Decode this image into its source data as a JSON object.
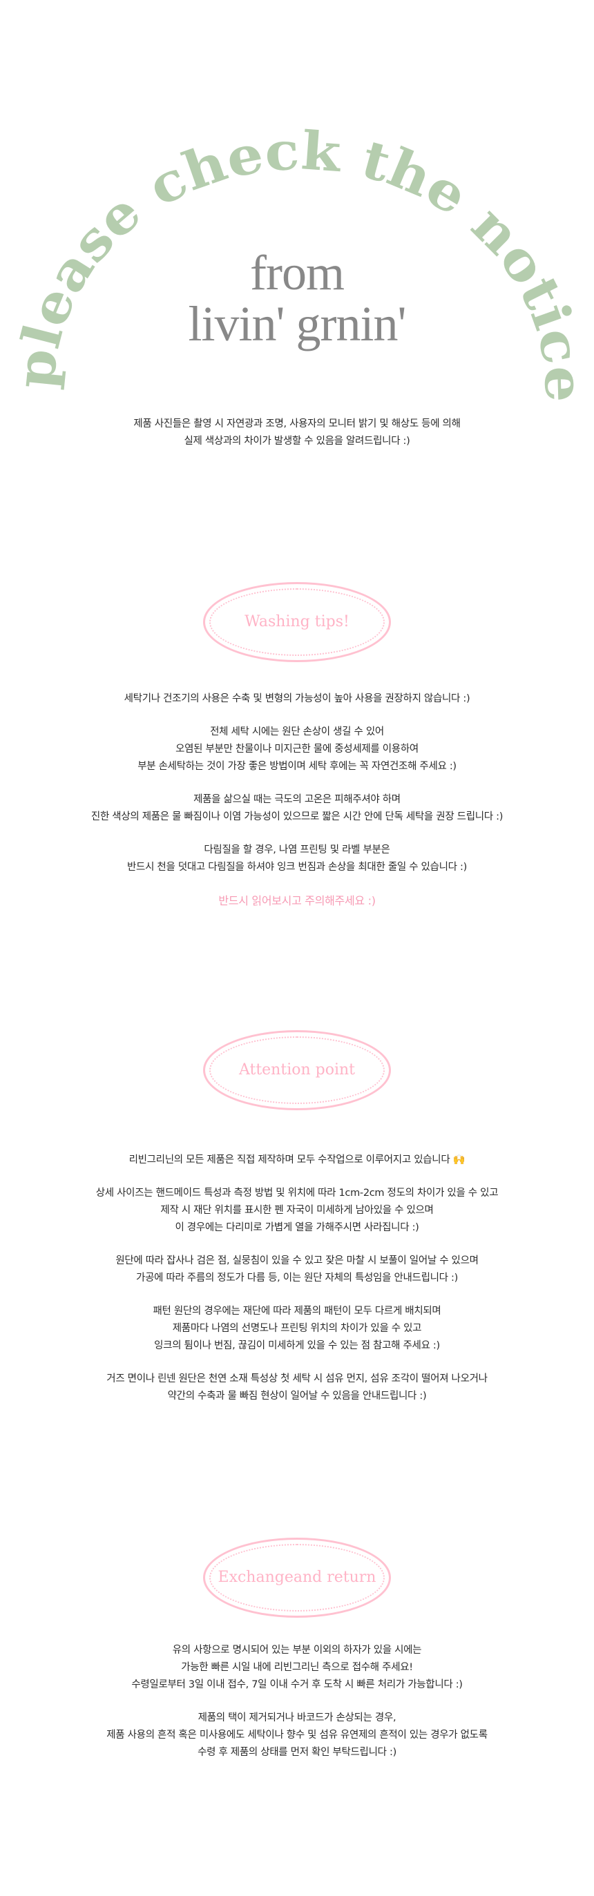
{
  "header": {
    "arc_title": "please check the notice",
    "from": "from",
    "brand": "livin' grnin'",
    "intro": [
      "제품 사진들은 촬영 시 자연광과 조명, 사용자의 모니터 밝기 및 해상도 등에 의해",
      "실제 색상과의 차이가 발생할 수 있음을 알려드립니다 :)"
    ]
  },
  "colors": {
    "green": "#b5cdae",
    "pink": "#ffb3c6",
    "text": "#2a2a2a"
  },
  "washing": {
    "badge": "Washing tips!",
    "groups": [
      [
        "세탁기나 건조기의 사용은 수축 및 변형의 가능성이 높아 사용을 권장하지 않습니다 :)"
      ],
      [
        "전체 세탁 시에는 원단 손상이 생길 수 있어",
        "오염된 부분만 찬물이나 미지근한 물에 중성세제를 이용하여",
        "부분 손세탁하는 것이 가장 좋은 방법이며 세탁 후에는 꼭 자연건조해 주세요 :)"
      ],
      [
        "제품을 삶으실 때는 극도의 고온은 피해주셔야 하며",
        "진한 색상의 제품은 물 빠짐이나 이염 가능성이 있으므로 짧은 시간 안에 단독 세탁을 권장 드립니다 :)"
      ],
      [
        "다림질을 할 경우, 나염 프린팅 및 라벨 부분은",
        "반드시 천을 덧대고 다림질을 하셔야 잉크 번짐과 손상을 최대한 줄일 수 있습니다 :)"
      ]
    ],
    "warning": "반드시 읽어보시고 주의해주세요 :)"
  },
  "attention": {
    "badge": "Attention point",
    "groups": [
      [
        "리빈그리닌의 모든 제품은 직접 제작하며 모두 수작업으로 이루어지고 있습니다 🙌"
      ],
      [
        "상세 사이즈는 핸드메이드 특성과 측정 방법 및 위치에 따라 1cm-2cm 정도의 차이가 있을 수 있고",
        "제작 시 재단 위치를 표시한 펜 자국이 미세하게 남아있을 수 있으며",
        "이 경우에는 다리미로 가볍게 열을 가해주시면 사라집니다 :)"
      ],
      [
        "원단에 따라 잡사나 검은 점, 실뭉침이 있을 수 있고 잦은 마찰 시 보풀이 일어날 수 있으며",
        "가공에 따라 주름의 정도가 다름 등, 이는 원단 자체의 특성임을 안내드립니다 :)"
      ],
      [
        "패턴 원단의 경우에는 재단에 따라 제품의 패턴이 모두 다르게 배치되며",
        "제품마다 나염의 선명도나 프린팅 위치의 차이가 있을 수 있고",
        "잉크의 튐이나 번짐, 끊김이 미세하게 있을 수 있는 점 참고해 주세요 :)"
      ],
      [
        "거즈 면이나 린넨 원단은 천연 소재 특성상 첫 세탁 시 섬유 먼지, 섬유 조각이 떨어져 나오거나",
        "약간의 수축과 물 빠짐 현상이 일어날 수 있음을 안내드립니다 :)"
      ]
    ]
  },
  "exchange": {
    "badge_line1": "Exchange",
    "badge_line2": "and return",
    "groups": [
      [
        "유의 사항으로 명시되어 있는 부분 이외의 하자가 있을 시에는",
        "가능한 빠른 시일 내에 리빈그리닌 측으로 접수해 주세요!",
        "수령일로부터 3일 이내 접수, 7일 이내 수거 후 도착 시 빠른 처리가 가능합니다 :)"
      ],
      [
        "제품의 택이 제거되거나 바코드가 손상되는 경우,",
        "제품 사용의 흔적 혹은 미사용에도 세탁이나 향수 및 섬유 유연제의 흔적이 있는 경우가 없도록",
        "수령 후 제품의 상태를 먼저 확인 부탁드립니다 :)"
      ]
    ]
  }
}
